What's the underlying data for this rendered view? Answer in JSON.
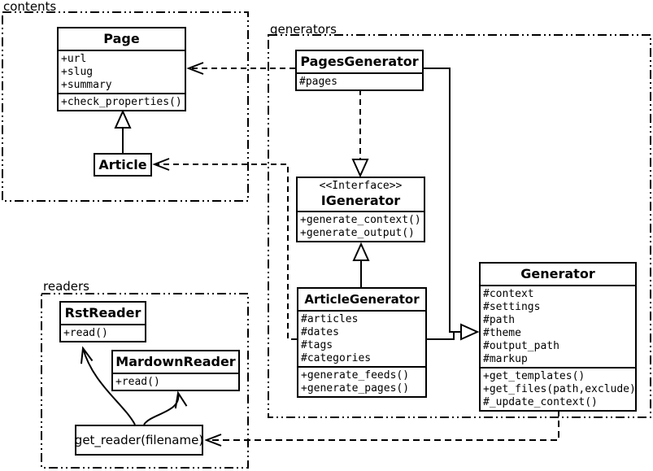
{
  "diagram": {
    "colors": {
      "line": "#000000",
      "background": "#ffffff"
    }
  },
  "packages": {
    "contents": {
      "label": "contents"
    },
    "generators": {
      "label": "generators"
    },
    "readers": {
      "label": "readers"
    }
  },
  "classes": {
    "page": {
      "title": "Page",
      "attributes": [
        "+url",
        "+slug",
        "+summary"
      ],
      "methods": [
        "+check_properties()"
      ]
    },
    "article": {
      "title": "Article"
    },
    "pages_generator": {
      "title": "PagesGenerator",
      "attributes": [
        "#pages"
      ]
    },
    "igenerator": {
      "stereotype": "<<Interface>>",
      "title": "IGenerator",
      "methods": [
        "+generate_context()",
        "+generate_output()"
      ]
    },
    "article_generator": {
      "title": "ArticleGenerator",
      "attributes": [
        "#articles",
        "#dates",
        "#tags",
        "#categories"
      ],
      "methods": [
        "+generate_feeds()",
        "+generate_pages()"
      ]
    },
    "generator": {
      "title": "Generator",
      "attributes": [
        "#context",
        "#settings",
        "#path",
        "#theme",
        "#output_path",
        "#markup"
      ],
      "methods": [
        "+get_templates()",
        "+get_files(path,exclude)",
        "#_update_context()"
      ]
    },
    "rst_reader": {
      "title": "RstReader",
      "methods": [
        "+read()"
      ]
    },
    "mardown_reader": {
      "title": "MardownReader",
      "methods": [
        "+read()"
      ]
    },
    "get_reader": {
      "label": "get_reader(filename)"
    }
  }
}
